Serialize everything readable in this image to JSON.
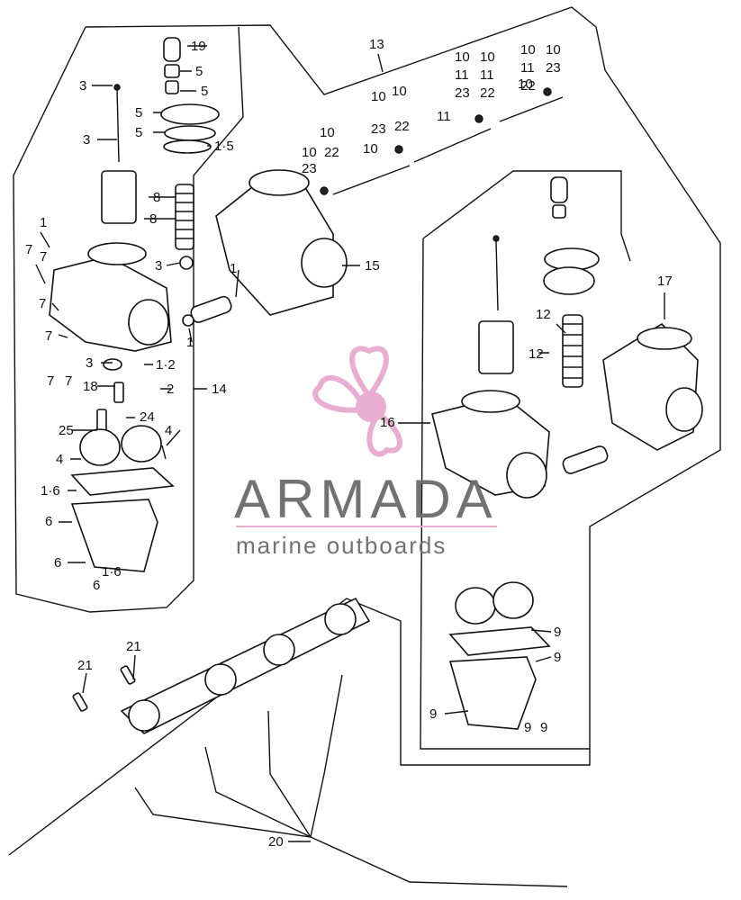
{
  "labels": {
    "l1": "19",
    "l2": "5",
    "l3": "5",
    "l4": "3",
    "l5": "5",
    "l6": "3",
    "l7": "5",
    "l8": "1·5",
    "l9": "8",
    "l10": "8",
    "l11": "1",
    "l12": "7",
    "l13": "7",
    "l14": "3",
    "l15": "7",
    "l16": "7",
    "l17": "7",
    "l18": "7",
    "l19": "3",
    "l20": "1·2",
    "l21": "18",
    "l22": "2",
    "l23": "14",
    "l24": "24",
    "l25": "25",
    "l26": "4",
    "l27": "4",
    "l28": "1·6",
    "l29": "6",
    "l30": "6",
    "l31": "1·6",
    "l32": "6",
    "l33": "13",
    "l34": "10",
    "l35": "10",
    "l36": "11",
    "l37": "11",
    "l38": "23",
    "l39": "22",
    "l40": "10",
    "l41": "10",
    "l42": "11",
    "l43": "23",
    "l44": "22",
    "l45": "10",
    "l46": "10",
    "l47": "22",
    "l48": "23",
    "l49": "10",
    "l50": "10",
    "l51": "10",
    "l52": "23",
    "l53": "22",
    "l54": "10",
    "l55": "11",
    "l56": "15",
    "l57": "1",
    "l58": "1",
    "l59": "12",
    "l60": "12",
    "l61": "17",
    "l62": "16",
    "l63": "9",
    "l64": "9",
    "l65": "9",
    "l66": "9",
    "l67": "9",
    "l68": "21",
    "l69": "21",
    "l70": "20"
  },
  "watermark": {
    "title": "ARMADA",
    "subtitle": "marine outboards",
    "logo_icon": "propeller-logo-icon",
    "color": "#6b6b6b",
    "accent": "#e7a9cf"
  }
}
